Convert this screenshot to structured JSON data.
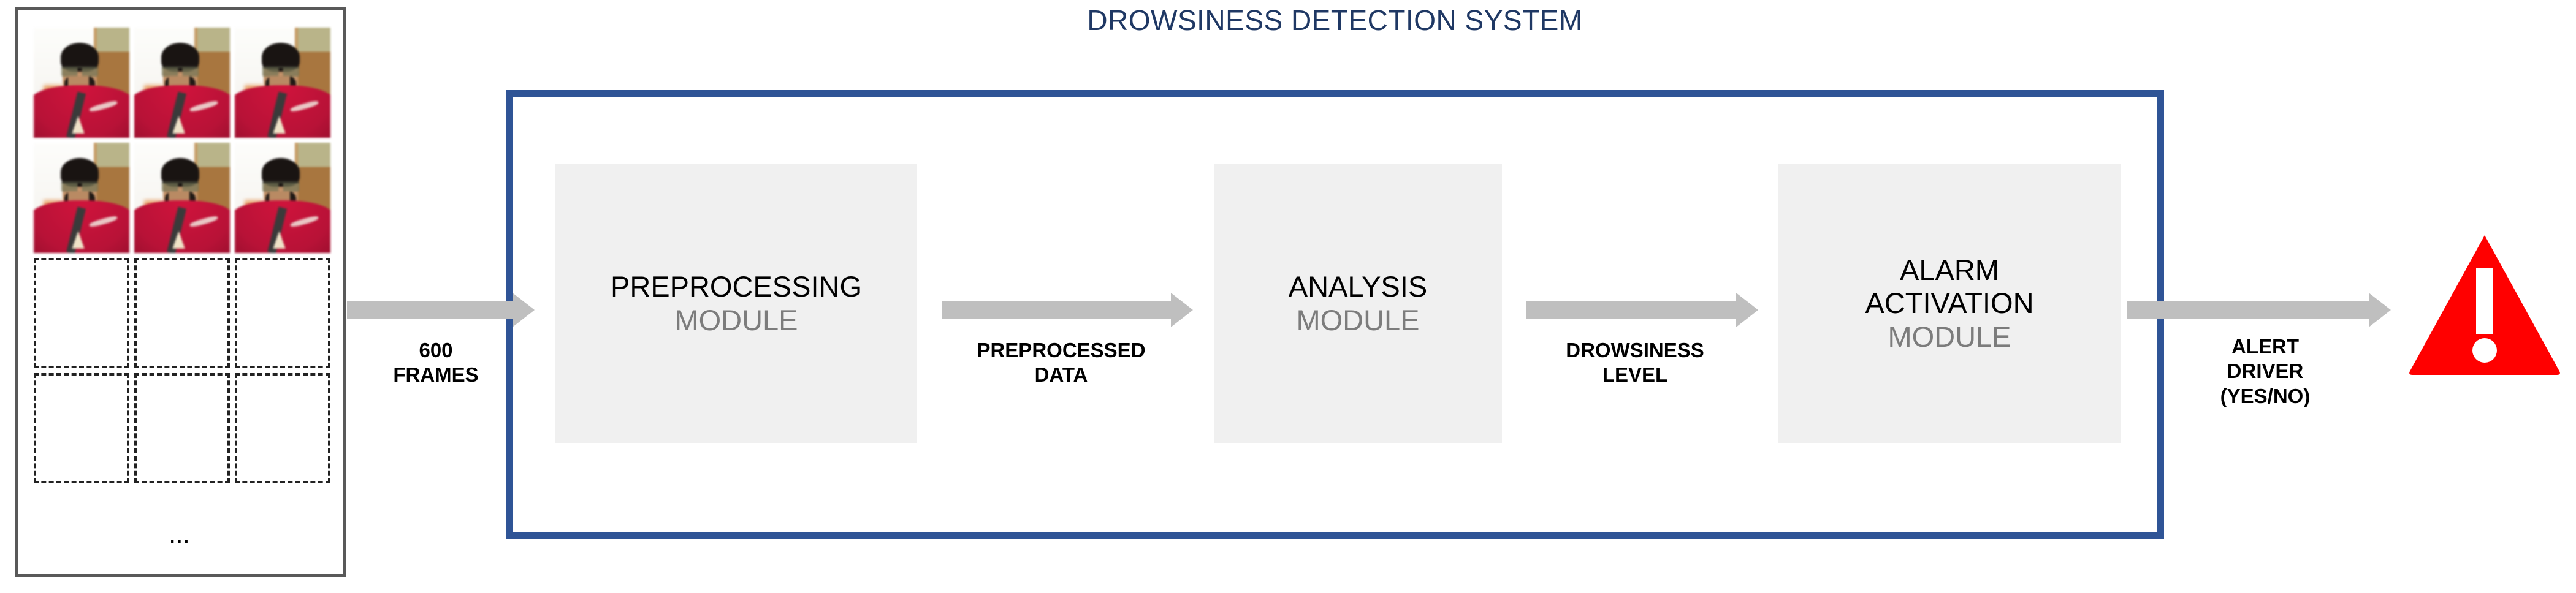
{
  "title": "DROWSINESS DETECTION SYSTEM",
  "title_color": "#1F3864",
  "system_box_color": "#2F5496",
  "arrow_color": "#BFBFBF",
  "module_fill_color": "#F0F0F0",
  "module_primary_text_color": "#000000",
  "module_secondary_text_color": "#7C7C7C",
  "warning_color": "#FF0000",
  "frames_panel": {
    "name": "video-frames",
    "ellipsis": "...",
    "thumbnail_count": 6,
    "placeholder_count": 6,
    "border_color": "#595959"
  },
  "modules": [
    {
      "name": "preprocessing",
      "lines": [
        "PREPROCESSING"
      ],
      "sub": "MODULE"
    },
    {
      "name": "analysis",
      "lines": [
        "ANALYSIS"
      ],
      "sub": "MODULE"
    },
    {
      "name": "alarm-activation",
      "lines": [
        "ALARM",
        "ACTIVATION"
      ],
      "sub": "MODULE"
    }
  ],
  "flow_labels": {
    "input": {
      "line1": "600",
      "line2": "FRAMES"
    },
    "preprocessed": {
      "line1": "PREPROCESSED",
      "line2": "DATA"
    },
    "drowsiness": {
      "line1": "DROWSINESS",
      "line2": "LEVEL"
    },
    "alert": {
      "line1": "ALERT",
      "line2": "DRIVER",
      "line3": "(YES/NO)"
    }
  }
}
